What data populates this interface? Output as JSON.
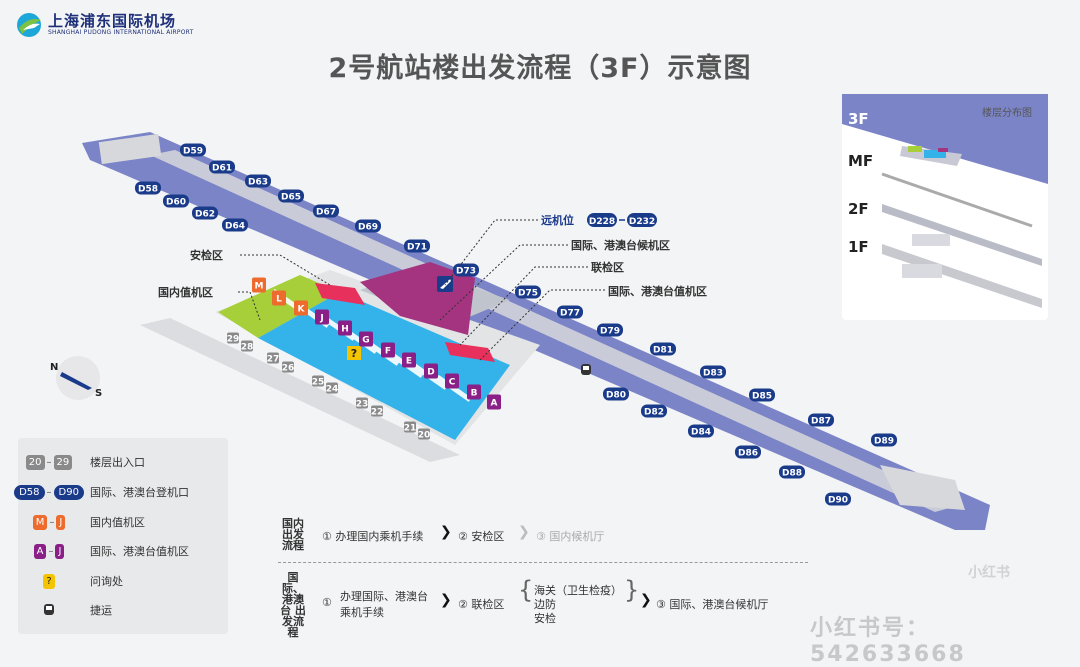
{
  "header": {
    "logo_cn": "上海浦东国际机场",
    "logo_en": "SHANGHAI PUDONG INTERNATIONAL AIRPORT",
    "title": "2号航站楼出发流程（3F）示意图"
  },
  "map": {
    "gates_north": [
      "D59",
      "D61",
      "D63",
      "D65",
      "D67",
      "D69",
      "D71",
      "D73",
      "D75",
      "D77",
      "D79",
      "D81",
      "D83",
      "D85",
      "D87",
      "D89"
    ],
    "gates_south": [
      "D58",
      "D60",
      "D62",
      "D64",
      "D80",
      "D82",
      "D84",
      "D86",
      "D88",
      "D90"
    ],
    "counters_domestic": [
      "M",
      "L",
      "K"
    ],
    "counters_intl": [
      "J",
      "H",
      "G",
      "F",
      "E",
      "D",
      "C",
      "B",
      "A"
    ],
    "entrances": [
      "29",
      "28",
      "27",
      "26",
      "25",
      "24",
      "23",
      "22",
      "21",
      "20"
    ],
    "info_symbol": "?",
    "compass_n": "N",
    "compass_s": "S",
    "callouts": {
      "remote_stand": "远机位",
      "remote_from": "D228",
      "remote_to": "D232",
      "intl_waiting": "国际、港澳台候机区",
      "joint_inspection": "联检区",
      "intl_checkin": "国际、港澳台值机区",
      "security": "安检区",
      "domestic_checkin": "国内值机区"
    }
  },
  "inset": {
    "title": "楼层分布图",
    "floors": [
      "3F",
      "MF",
      "2F",
      "1F"
    ]
  },
  "legend": {
    "entrance_from": "20",
    "entrance_to": "29",
    "entrance_label": "楼层出入口",
    "gate_from": "D58",
    "gate_to": "D90",
    "gate_label": "国际、港澳台登机口",
    "dom_from": "M",
    "dom_to": "J",
    "dom_label": "国内值机区",
    "intl_from": "A",
    "intl_to": "J",
    "intl_label": "国际、港澳台值机区",
    "info_symbol": "?",
    "info_label": "问询处",
    "shuttle_label": "捷运"
  },
  "flow": {
    "domestic_label": "国内 出发流程",
    "domestic_steps": [
      "① 办理国内乘机手续",
      "② 安检区",
      "③ 国内候机厅"
    ],
    "intl_label": "国际、港澳台 出发流程",
    "intl_step1_line1": "办理国际、港澳台",
    "intl_step1_line2": "乘机手续",
    "intl_step1_num": "①",
    "intl_step2": "② 联检区",
    "intl_checks": [
      "海关（卫生检疫）",
      "边防",
      "安检"
    ],
    "intl_step3": "③ 国际、港澳台候机厅"
  },
  "watermark": "小红书号：542633668",
  "watermark2": "小红书",
  "colors": {
    "pier": "#7b84c7",
    "domestic_zone": "#a6cf3a",
    "intl_zone": "#33b3ea",
    "security": "#e8305c",
    "joint_inspection": "#a4347f",
    "gate_badge": "#1a3a8a",
    "counter_orange": "#ec6b2d",
    "counter_purple": "#8a1f87"
  }
}
